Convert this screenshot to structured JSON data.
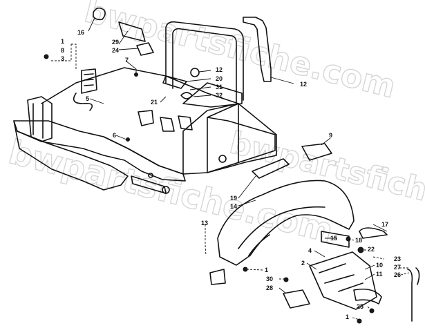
{
  "watermark": {
    "text": "bwpartsfiche.com",
    "color": "#d6d6d6"
  },
  "callouts": [
    {
      "id": "c16",
      "label": "16"
    },
    {
      "id": "c29",
      "label": "29"
    },
    {
      "id": "c24",
      "label": "24"
    },
    {
      "id": "c1a",
      "label": "1"
    },
    {
      "id": "c8",
      "label": "8"
    },
    {
      "id": "c3",
      "label": "3"
    },
    {
      "id": "c7",
      "label": "7"
    },
    {
      "id": "c12a",
      "label": "12"
    },
    {
      "id": "c20",
      "label": "20"
    },
    {
      "id": "c31",
      "label": "31"
    },
    {
      "id": "c32",
      "label": "32"
    },
    {
      "id": "c12b",
      "label": "12"
    },
    {
      "id": "c5",
      "label": "5"
    },
    {
      "id": "c21",
      "label": "21"
    },
    {
      "id": "c6",
      "label": "6"
    },
    {
      "id": "c9",
      "label": "9"
    },
    {
      "id": "c19",
      "label": "19"
    },
    {
      "id": "c14",
      "label": "14"
    },
    {
      "id": "c13",
      "label": "13"
    },
    {
      "id": "c15",
      "label": "15"
    },
    {
      "id": "c18",
      "label": "18"
    },
    {
      "id": "c17",
      "label": "17"
    },
    {
      "id": "c4",
      "label": "4"
    },
    {
      "id": "c22",
      "label": "22"
    },
    {
      "id": "c23",
      "label": "23"
    },
    {
      "id": "c2",
      "label": "2"
    },
    {
      "id": "c10",
      "label": "10"
    },
    {
      "id": "c27",
      "label": "27"
    },
    {
      "id": "c1b",
      "label": "1"
    },
    {
      "id": "c11",
      "label": "11"
    },
    {
      "id": "c26",
      "label": "26"
    },
    {
      "id": "c30",
      "label": "30"
    },
    {
      "id": "c28",
      "label": "28"
    },
    {
      "id": "c25",
      "label": "25"
    },
    {
      "id": "c1c",
      "label": "1"
    }
  ]
}
